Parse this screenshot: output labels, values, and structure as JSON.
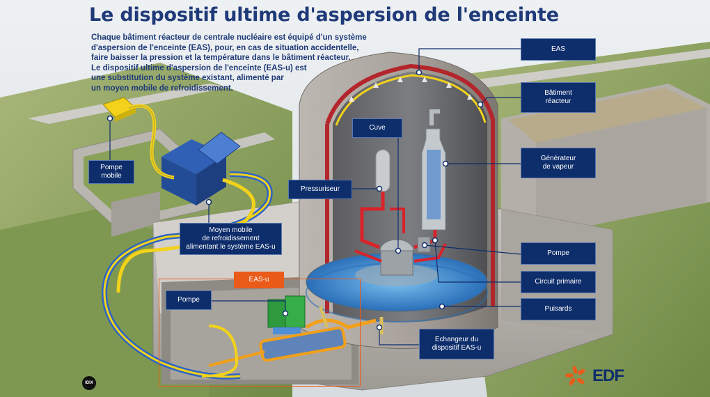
{
  "title": "Le dispositif ultime d'aspersion de l'enceinte",
  "intro_lines": [
    "Chaque bâtiment réacteur de centrale nucléaire est équipé d'un système",
    "d'aspersion de l'enceinte (EAS), pour, en cas de situation accidentelle,",
    "faire baisser la pression et la température dans le bâtiment réacteur.",
    "Le dispositif ultime d'aspersion de l'enceinte (EAS-u) est",
    "une substitution du système existant, alimenté par",
    "un moyen mobile de refroidissement."
  ],
  "labels": {
    "eas": [
      "EAS"
    ],
    "batiment_reacteur": [
      "Bâtiment",
      "réacteur"
    ],
    "cuve": [
      "Cuve"
    ],
    "generateur_vapeur": [
      "Générateur",
      "de vapeur"
    ],
    "pressuriseur": [
      "Pressuriseur"
    ],
    "pompe_mobile": [
      "Pompe",
      "mobile"
    ],
    "moyen_mobile": [
      "Moyen mobile",
      "de refroidissement",
      "alimentant le système EAS-u"
    ],
    "pompe_right": [
      "Pompe"
    ],
    "circuit_primaire": [
      "Circuit primaire"
    ],
    "puisards": [
      "Puisards"
    ],
    "eas_u": [
      "EAS-u"
    ],
    "pompe_left": [
      "Pompe"
    ],
    "echangeur": [
      "Echangeur du",
      "dispositif EAS-u"
    ]
  },
  "logo": {
    "text": "EDF",
    "color": "#ea5b1a"
  },
  "badge": {
    "text": "IDIX"
  },
  "colors": {
    "title": "#1f3a78",
    "label_bg": "#0e2d6b",
    "accent": "#ea5b1a",
    "hose": "#f2d21a",
    "primary_circuit": "#d8232a",
    "water": "#3f8fd6",
    "grass": "#8fa55a"
  }
}
